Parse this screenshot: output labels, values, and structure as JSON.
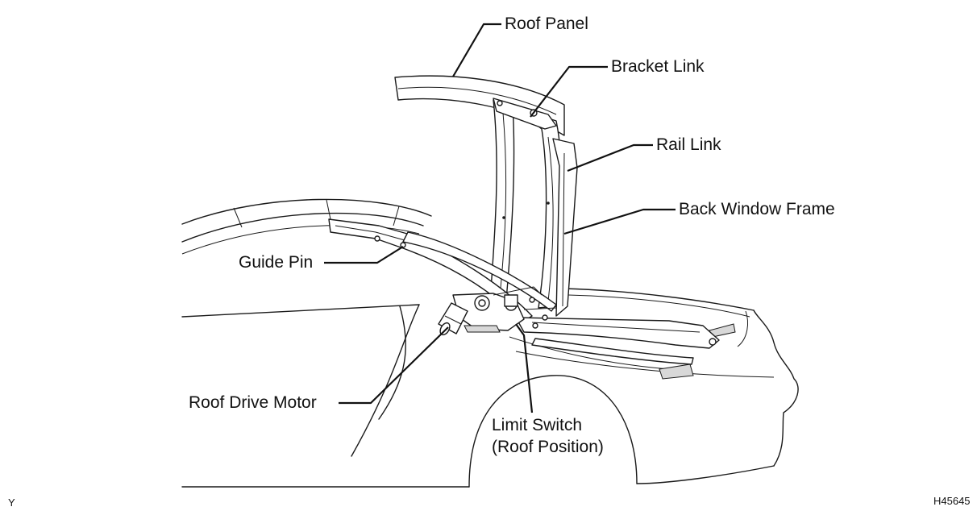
{
  "labels": {
    "roof_panel": "Roof Panel",
    "bracket_link": "Bracket Link",
    "rail_link": "Rail Link",
    "back_window_frame": "Back Window Frame",
    "guide_pin": "Guide Pin",
    "roof_drive_motor": "Roof Drive Motor",
    "limit_switch_line1": "Limit Switch",
    "limit_switch_line2": "(Roof Position)"
  },
  "corner": {
    "bottom_left": "Y",
    "figure_id": "H45645"
  }
}
